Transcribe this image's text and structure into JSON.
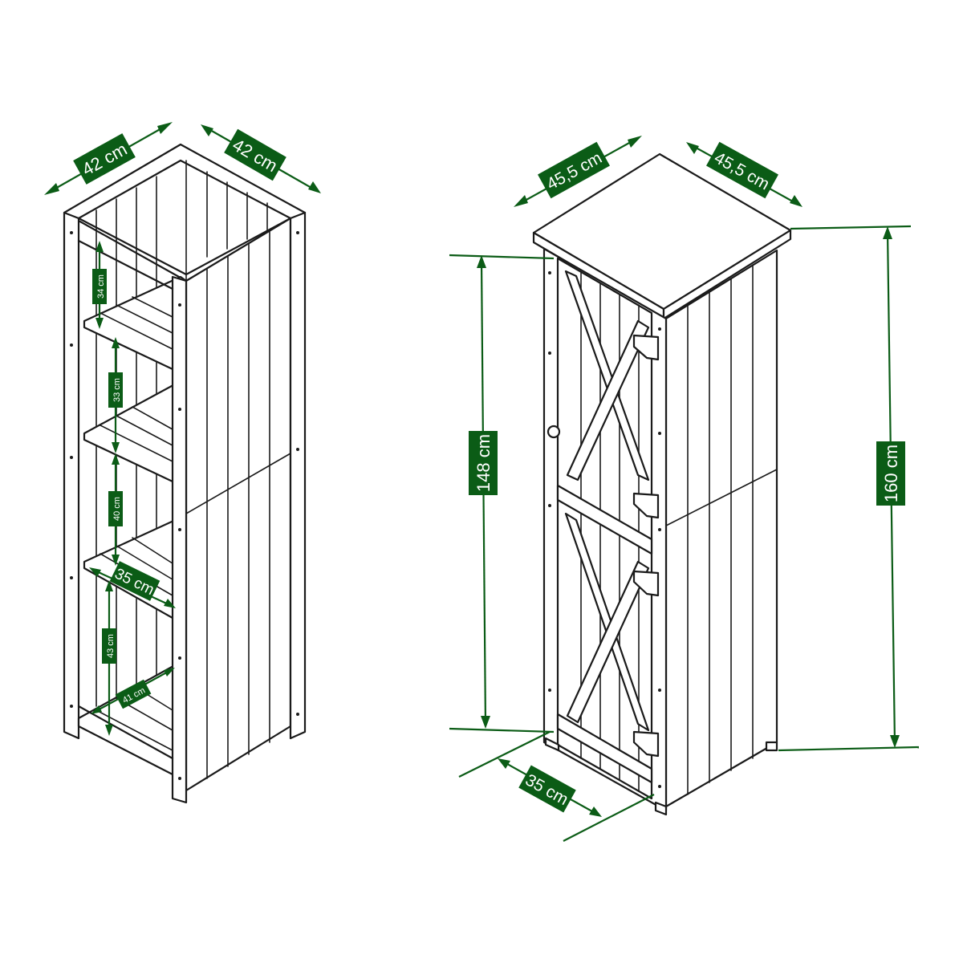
{
  "colors": {
    "dimension": "#0b5c16",
    "outline": "#1a1a1a",
    "background": "#ffffff"
  },
  "shelf": {
    "width_top_left": "42 cm",
    "width_top_right": "42 cm",
    "gap_1": "34 cm",
    "gap_2": "33 cm",
    "gap_3": "40 cm",
    "gap_4": "43 cm",
    "shelf_depth": "35 cm",
    "bottom_depth": "41 cm"
  },
  "cabinet": {
    "width_top_left": "45,5 cm",
    "width_top_right": "45,5 cm",
    "door_height": "148 cm",
    "total_height": "160 cm",
    "depth": "35 cm"
  }
}
